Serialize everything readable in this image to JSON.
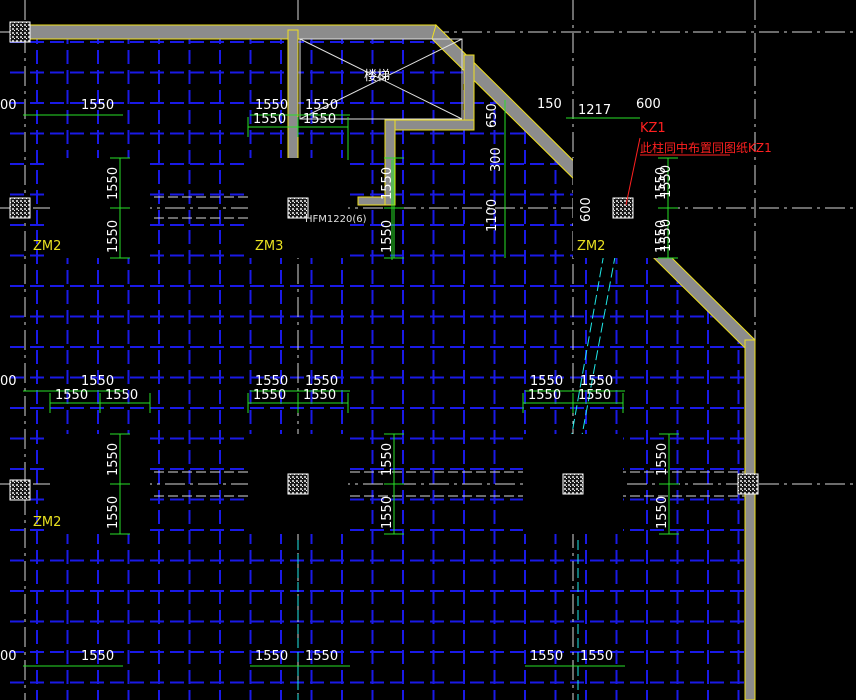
{
  "drawing": {
    "colors": {
      "background": "#000000",
      "axis": "#d8d8d8",
      "wall": "#8c8c8c",
      "wall_edge": "#f0e020",
      "grid_blue": "#1a1ae6",
      "dimension": "#28e028",
      "dim_text": "#ffffff",
      "label_yellow": "#e8e020",
      "callout_red": "#ff2020",
      "aux_cyan": "#20e8e8"
    },
    "stair_label": "楼梯",
    "stair_icon": "stair-cross-icon",
    "door_label": "HFM1220(6)",
    "column_callout": {
      "mark": "KZ1",
      "note": "此柱同中布置同图纸KZ1"
    },
    "top_dims": {
      "d150": "150",
      "d1217": "1217",
      "d600": "600",
      "d650": "650",
      "d300": "300",
      "d1100": "1100",
      "d600v": "600"
    },
    "pier_dim": "1550",
    "truncated_dim": "00",
    "labels": {
      "zm2": "ZM2",
      "zm3": "ZM3"
    }
  }
}
